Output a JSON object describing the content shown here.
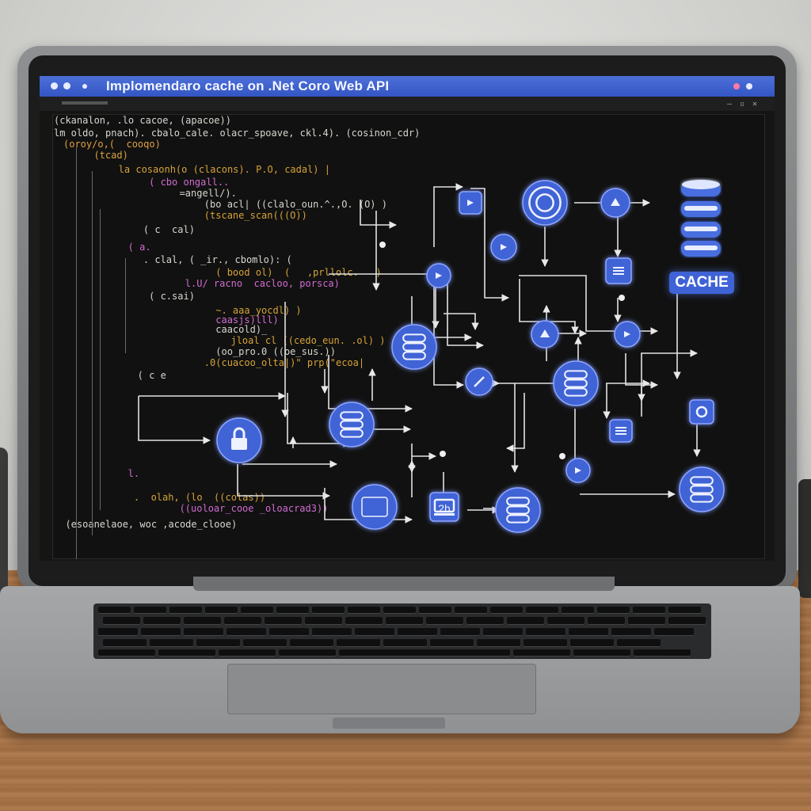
{
  "window": {
    "title": "Implomendaro cache on .Net Coro Web API"
  },
  "code_lines": [
    {
      "text": "(ckanalon, .lo cacoe, (apacoe))",
      "color": "#d7d7d0"
    },
    {
      "text": "lm oldo, pnach). cbalo_cale. olacr_spoave, ckl.4). (cosinon_cdr)",
      "color": "#d7d7d0"
    },
    {
      "text": "(oroy/o,(  cooqo)",
      "color": "#e0a040"
    },
    {
      "text": "  (tcad)",
      "color": "#d9a43f"
    },
    {
      "text": "   la cosaonh(o (clacons). P.O, cadal) |",
      "color": "#d6a338"
    },
    {
      "text": "     ( cbo ongall..",
      "color": "#d16cd0"
    },
    {
      "text": "       =angell/).",
      "color": "#d7d7d0"
    },
    {
      "text": "        (bo acl| ((clalo_oun.^.,O. (O) )",
      "color": "#d7d7d0"
    },
    {
      "text": "        (tscane_scan(((O))",
      "color": "#d6a338"
    },
    {
      "text": "    ( c  cal)",
      "color": "#d7d7d0"
    },
    {
      "text": "   ( a.",
      "color": "#d16cd0"
    },
    {
      "text": "    . clal, ( _ir., cbomlo): (",
      "color": "#d7d7d0"
    },
    {
      "text": "          ( bood ol)  (   ,prllolc.   )",
      "color": "#d6a338"
    },
    {
      "text": "        l.U/ racno  cacloo, porsca)",
      "color": "#d16cd0"
    },
    {
      "text": "     ( c.sai)",
      "color": "#d7d7d0"
    },
    {
      "text": "          ~. aaa_yocdl) )",
      "color": "#d6a338"
    },
    {
      "text": "          caasjs)lll)",
      "color": "#d16cd0"
    },
    {
      "text": "          caacold)_",
      "color": "#d7d7d0"
    },
    {
      "text": "           jloal cl ((cedo_eun. .ol) )",
      "color": "#d6a338"
    },
    {
      "text": "          (oo_pro.0 ((oe_sus.))",
      "color": "#d7d7d0"
    },
    {
      "text": "        .0(cuacoo_olta|)\" prp(\"ecoa|",
      "color": "#d6a338"
    },
    {
      "text": "   ( c e",
      "color": "#d7d7d0"
    },
    {
      "text": "   l.",
      "color": "#d16cd0"
    },
    {
      "text": "    .  olah, (lo  ((colas))",
      "color": "#d6a338"
    },
    {
      "text": "       ((uoloar_cooe _oloacrad3))",
      "color": "#d16cd0"
    },
    {
      "text": "  (esoanelaoe, woc ,acode_clooe)",
      "color": "#d7d7d0"
    }
  ],
  "diagram": {
    "cache_label": "CACHE",
    "clock_label": "2h",
    "accent_color": "#3f63d6",
    "node_icons": [
      "square-node-icon",
      "target-node-icon",
      "triangle-node-icon",
      "stack-node-icon",
      "half-circle-node-icon",
      "dot-node-icon",
      "database-node-icon",
      "arrow-down-node-icon",
      "arrow-node-icon",
      "slash-node-icon",
      "database-node-icon",
      "half-circle-node-icon",
      "list-node-icon",
      "ring-node-icon",
      "database-node-icon",
      "database-node-icon",
      "lock-node-icon",
      "clock-node-icon",
      "screen-node-icon",
      "database-node-icon"
    ]
  }
}
